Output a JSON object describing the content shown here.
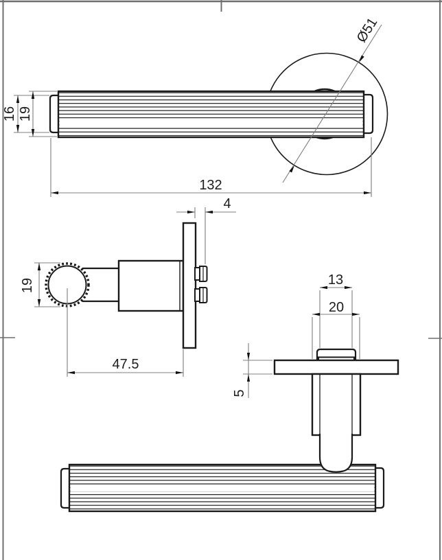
{
  "labels": {
    "front_view": {
      "cap_height": "16",
      "grip_diameter": "19",
      "lever_length": "132",
      "rose_diameter": "Ø51"
    },
    "side_view": {
      "knob_diameter": "19",
      "screw_projection": "4",
      "center_to_rose": "47.5"
    },
    "end_view": {
      "neck_width": "13",
      "hub_diameter": "20",
      "rose_thickness": "5"
    }
  },
  "colors": {
    "object_line": "#1a1a1a",
    "dimension_line": "#7f7f7f",
    "frame_line": "#6f6f6f",
    "background": "#ffffff"
  }
}
